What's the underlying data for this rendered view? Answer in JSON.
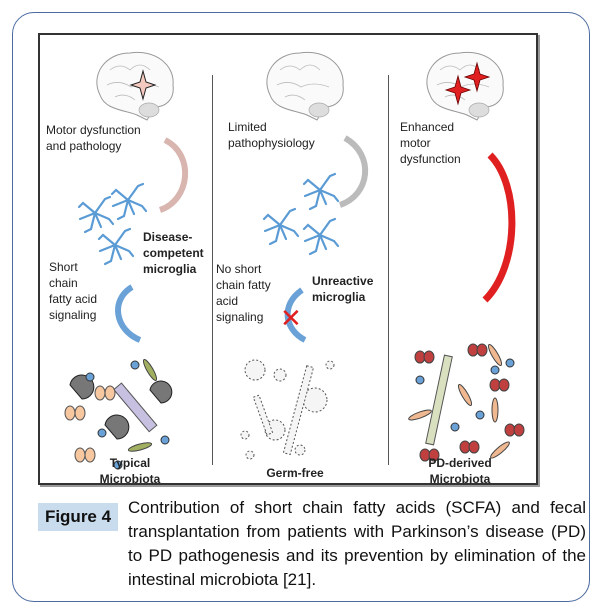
{
  "figure": {
    "panels": [
      {
        "top_label_lines": [
          "Motor dysfunction",
          "and pathology"
        ],
        "microglia_label_lines": [
          "Disease-",
          "competent",
          "microglia"
        ],
        "signal_label_lines": [
          "Short",
          "chain",
          "fatty acid",
          "signaling"
        ],
        "bottom_label_lines": [
          "Typical",
          "Microbiota"
        ]
      },
      {
        "top_label_lines": [
          "Limited",
          "pathophysiology"
        ],
        "microglia_label_lines": [
          "Unreactive",
          "microglia"
        ],
        "signal_label_lines": [
          "No short",
          "chain fatty",
          "acid",
          "signaling"
        ],
        "bottom_label_lines": [
          "Germ-free"
        ]
      },
      {
        "top_label_lines": [
          "Enhanced",
          "motor",
          "dysfunction"
        ],
        "bottom_label_lines": [
          "PD-derived",
          "Microbiota"
        ]
      }
    ],
    "colors": {
      "microglia": "#5b9bd5",
      "pd_arrow": "#e02020",
      "typical_arrow": "#d9b5b0",
      "caption_label_bg": "#c9dced",
      "frame": "#4a6aa0"
    }
  },
  "caption": {
    "label": "Figure 4",
    "text": "Contribution of short chain fatty acids (SCFA) and fecal transplantation from patients with Parkinson’s disease (PD) to PD pathogenesis and its prevention by elimination of the intestinal microbiota [21]."
  }
}
